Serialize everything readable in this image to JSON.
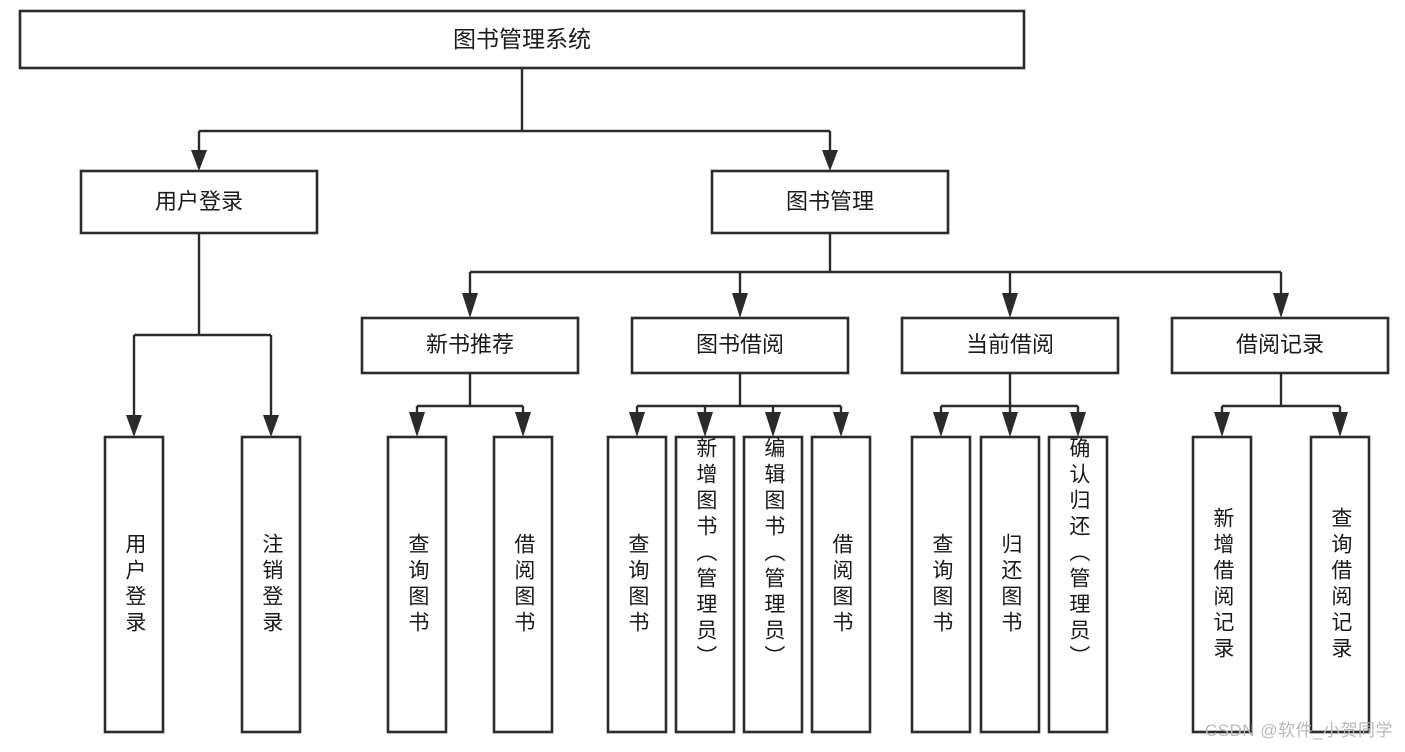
{
  "diagram": {
    "type": "hierarchy-tree",
    "title": "图书管理系统",
    "levels": {
      "level1": {
        "label": "图书管理系统"
      },
      "level2": [
        {
          "label": "用户登录"
        },
        {
          "label": "图书管理"
        }
      ],
      "level3": [
        {
          "label": "新书推荐"
        },
        {
          "label": "图书借阅"
        },
        {
          "label": "当前借阅"
        },
        {
          "label": "借阅记录"
        }
      ],
      "leaves": [
        {
          "label": "用户登录",
          "parent": "用户登录"
        },
        {
          "label": "注销登录",
          "parent": "用户登录"
        },
        {
          "label": "查询图书",
          "parent": "新书推荐"
        },
        {
          "label": "借阅图书",
          "parent": "新书推荐"
        },
        {
          "label": "查询图书",
          "parent": "图书借阅"
        },
        {
          "label": "新增图书（管理员）",
          "parent": "图书借阅"
        },
        {
          "label": "编辑图书（管理员）",
          "parent": "图书借阅"
        },
        {
          "label": "借阅图书",
          "parent": "图书借阅"
        },
        {
          "label": "查询图书",
          "parent": "当前借阅"
        },
        {
          "label": "归还图书",
          "parent": "当前借阅"
        },
        {
          "label": "确认归还（管理员）",
          "parent": "当前借阅"
        },
        {
          "label": "新增借阅记录",
          "parent": "借阅记录"
        },
        {
          "label": "查询借阅记录",
          "parent": "借阅记录"
        }
      ]
    }
  },
  "watermark": {
    "text": "CSDN @软件_小贺同学"
  },
  "colors": {
    "box_stroke": "#2b2b2b",
    "box_fill": "#ffffff",
    "text": "#1a1a1a",
    "background": "#ffffff",
    "watermark": "#b9b9b9"
  }
}
